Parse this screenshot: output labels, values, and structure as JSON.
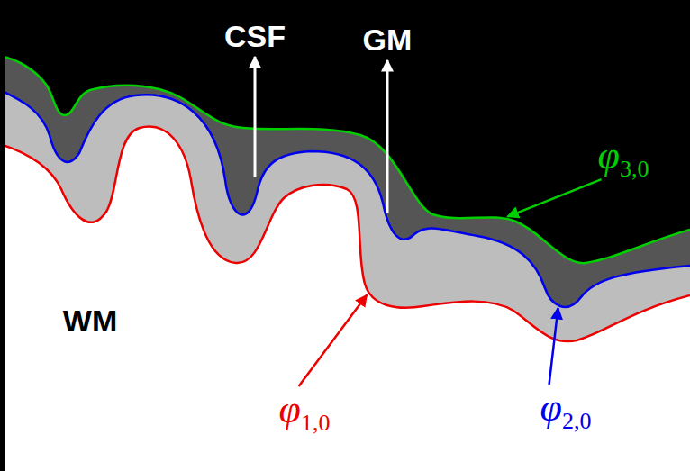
{
  "diagram": {
    "labels": [
      "CSF",
      "GM",
      "WM",
      "φ3,0",
      "φ1,0",
      "φ2,0"
    ]
  }
}
